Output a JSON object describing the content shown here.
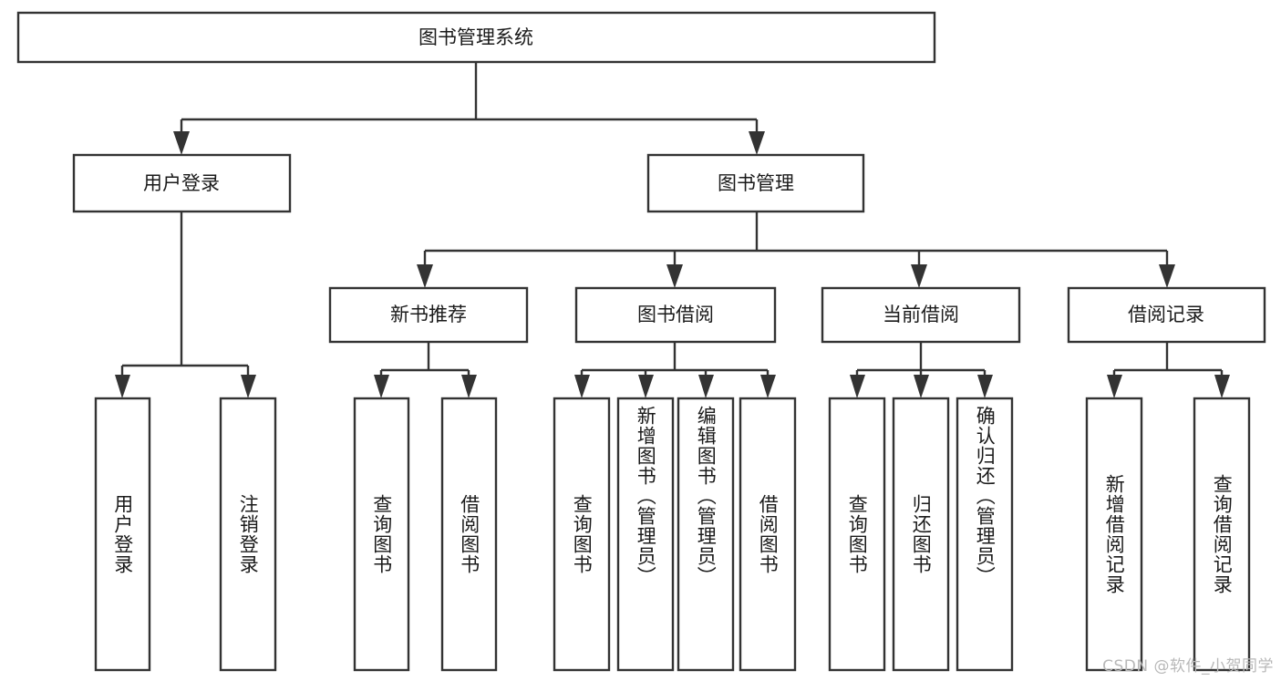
{
  "diagram": {
    "title": "图书管理系统",
    "type": "tree-hierarchy-chart",
    "colors": {
      "box_stroke": "#333333",
      "box_fill": "#ffffff",
      "connector": "#333333",
      "text": "#1a1a1a",
      "watermark": "#b8b8b8",
      "background": "#ffffff"
    },
    "root": {
      "label": "图书管理系统"
    },
    "level1": [
      {
        "label": "用户登录"
      },
      {
        "label": "图书管理"
      }
    ],
    "level2": [
      {
        "label": "新书推荐"
      },
      {
        "label": "图书借阅"
      },
      {
        "label": "当前借阅"
      },
      {
        "label": "借阅记录"
      }
    ],
    "leaves": {
      "user_login": [
        {
          "label": "用户登录"
        },
        {
          "label": "注销登录"
        }
      ],
      "new_book_recommend": [
        {
          "label": "查询图书"
        },
        {
          "label": "借阅图书"
        }
      ],
      "book_borrow": [
        {
          "label": "查询图书"
        },
        {
          "label": "新增图书（管理员）"
        },
        {
          "label": "编辑图书（管理员）"
        },
        {
          "label": "借阅图书"
        }
      ],
      "current_borrow": [
        {
          "label": "查询图书"
        },
        {
          "label": "归还图书"
        },
        {
          "label": "确认归还（管理员）"
        }
      ],
      "borrow_record": [
        {
          "label": "新增借阅记录"
        },
        {
          "label": "查询借阅记录"
        }
      ]
    },
    "watermark": "CSDN @软件_小贺同学"
  }
}
